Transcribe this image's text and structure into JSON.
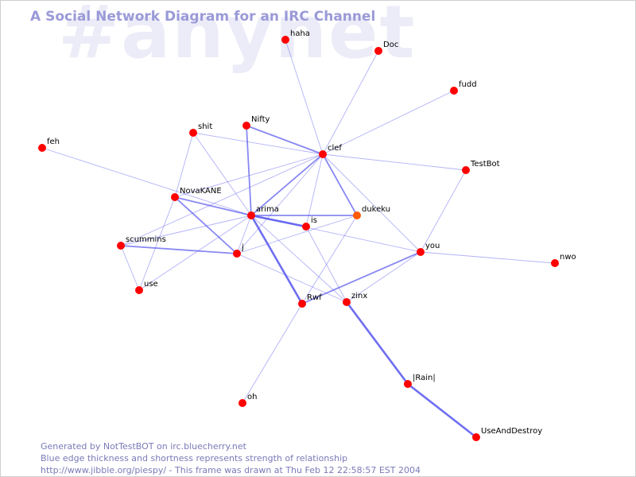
{
  "watermark": "#anynet",
  "title": "A Social Network Diagram for an IRC Channel",
  "colors": {
    "node": "#ff0000",
    "node_highlight": "#ff5a00",
    "edge": "#5555ee",
    "title": "#9a9ad8",
    "footer": "#7a7ab8",
    "watermark": "#ececf8"
  },
  "nodes": [
    {
      "id": "haha",
      "label": "haha"
    },
    {
      "id": "Doc",
      "label": "Doc"
    },
    {
      "id": "fudd",
      "label": "fudd"
    },
    {
      "id": "Nifty",
      "label": "Nifty"
    },
    {
      "id": "shit",
      "label": "shit"
    },
    {
      "id": "clef",
      "label": "clef"
    },
    {
      "id": "feh",
      "label": "feh"
    },
    {
      "id": "TestBot",
      "label": "TestBot"
    },
    {
      "id": "NovaKANE",
      "label": "NovaKANE"
    },
    {
      "id": "arima",
      "label": "arima"
    },
    {
      "id": "dukeku",
      "label": "dukeku",
      "highlight": true
    },
    {
      "id": "is",
      "label": "is"
    },
    {
      "id": "scummins",
      "label": "scummins"
    },
    {
      "id": "j",
      "label": "j"
    },
    {
      "id": "you",
      "label": "you"
    },
    {
      "id": "nwo",
      "label": "nwo"
    },
    {
      "id": "use",
      "label": "use"
    },
    {
      "id": "Rwf",
      "label": "Rwf"
    },
    {
      "id": "zinx",
      "label": "zinx"
    },
    {
      "id": "oh",
      "label": "oh"
    },
    {
      "id": "Rain",
      "label": "|Rain|"
    },
    {
      "id": "UseAndDestroy",
      "label": "UseAndDestroy"
    }
  ],
  "edges": [
    {
      "from": "clef",
      "to": "haha",
      "strength": 1
    },
    {
      "from": "clef",
      "to": "Doc",
      "strength": 1
    },
    {
      "from": "clef",
      "to": "fudd",
      "strength": 1
    },
    {
      "from": "clef",
      "to": "Nifty",
      "strength": 2
    },
    {
      "from": "clef",
      "to": "shit",
      "strength": 1
    },
    {
      "from": "clef",
      "to": "TestBot",
      "strength": 1
    },
    {
      "from": "clef",
      "to": "NovaKANE",
      "strength": 1
    },
    {
      "from": "clef",
      "to": "arima",
      "strength": 2
    },
    {
      "from": "clef",
      "to": "dukeku",
      "strength": 2
    },
    {
      "from": "clef",
      "to": "is",
      "strength": 1
    },
    {
      "from": "clef",
      "to": "j",
      "strength": 1
    },
    {
      "from": "clef",
      "to": "you",
      "strength": 1
    },
    {
      "from": "clef",
      "to": "scummins",
      "strength": 1
    },
    {
      "from": "Nifty",
      "to": "arima",
      "strength": 2
    },
    {
      "from": "shit",
      "to": "NovaKANE",
      "strength": 1
    },
    {
      "from": "shit",
      "to": "arima",
      "strength": 1
    },
    {
      "from": "feh",
      "to": "arima",
      "strength": 1
    },
    {
      "from": "NovaKANE",
      "to": "arima",
      "strength": 2
    },
    {
      "from": "NovaKANE",
      "to": "j",
      "strength": 2
    },
    {
      "from": "NovaKANE",
      "to": "use",
      "strength": 1
    },
    {
      "from": "arima",
      "to": "is",
      "strength": 3
    },
    {
      "from": "arima",
      "to": "dukeku",
      "strength": 2
    },
    {
      "from": "arima",
      "to": "scummins",
      "strength": 1
    },
    {
      "from": "arima",
      "to": "j",
      "strength": 1
    },
    {
      "from": "arima",
      "to": "Rwf",
      "strength": 3
    },
    {
      "from": "arima",
      "to": "zinx",
      "strength": 1
    },
    {
      "from": "arima",
      "to": "you",
      "strength": 1
    },
    {
      "from": "arima",
      "to": "use",
      "strength": 1
    },
    {
      "from": "scummins",
      "to": "j",
      "strength": 2
    },
    {
      "from": "scummins",
      "to": "use",
      "strength": 1
    },
    {
      "from": "j",
      "to": "dukeku",
      "strength": 1
    },
    {
      "from": "j",
      "to": "zinx",
      "strength": 1
    },
    {
      "from": "is",
      "to": "zinx",
      "strength": 1
    },
    {
      "from": "dukeku",
      "to": "Rwf",
      "strength": 1
    },
    {
      "from": "you",
      "to": "Rwf",
      "strength": 2
    },
    {
      "from": "you",
      "to": "zinx",
      "strength": 1
    },
    {
      "from": "you",
      "to": "TestBot",
      "strength": 1
    },
    {
      "from": "you",
      "to": "nwo",
      "strength": 1
    },
    {
      "from": "Rwf",
      "to": "oh",
      "strength": 1
    },
    {
      "from": "zinx",
      "to": "Rain",
      "strength": 3
    },
    {
      "from": "Rain",
      "to": "UseAndDestroy",
      "strength": 3
    }
  ],
  "footer": {
    "line1": "Generated by NotTestBOT on irc.bluecherry.net",
    "line2": "Blue edge thickness and shortness represents strength of relationship",
    "line3": "http://www.jibble.org/piespy/ - This frame was drawn at Thu Feb 12 22:58:57 EST 2004"
  }
}
